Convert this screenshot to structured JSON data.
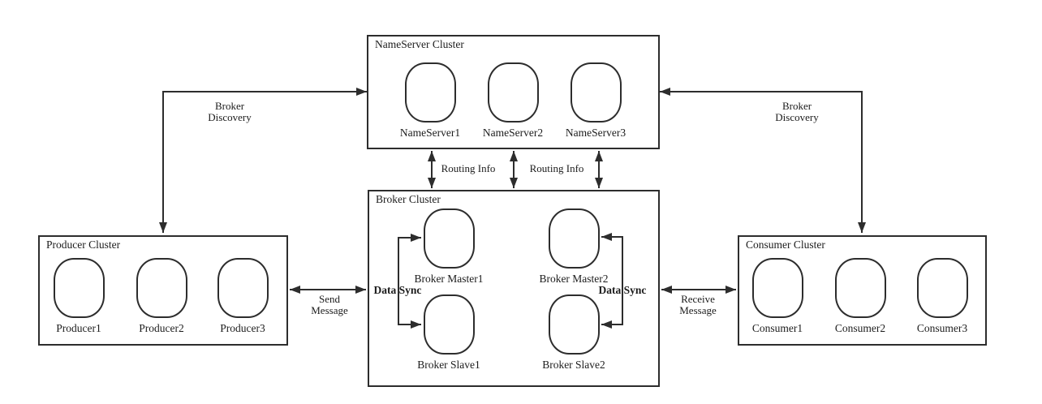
{
  "clusters": {
    "nameserver": {
      "title": "NameServer Cluster",
      "nodes": [
        "NameServer1",
        "NameServer2",
        "NameServer3"
      ]
    },
    "broker": {
      "title": "Broker Cluster",
      "nodes": [
        "Broker Master1",
        "Broker Master2",
        "Broker Slave1",
        "Broker Slave2"
      ]
    },
    "producer": {
      "title": "Producer Cluster",
      "nodes": [
        "Producer1",
        "Producer2",
        "Producer3"
      ]
    },
    "consumer": {
      "title": "Consumer Cluster",
      "nodes": [
        "Consumer1",
        "Consumer2",
        "Consumer3"
      ]
    }
  },
  "edges": {
    "broker_discovery": {
      "line1": "Broker",
      "line2": "Discovery"
    },
    "routing_info": {
      "label": "Routing Info"
    },
    "send_message": {
      "line1": "Send",
      "line2": "Message"
    },
    "receive_message": {
      "line1": "Receive",
      "line2": "Message"
    },
    "data_sync": {
      "label": "Data Sync"
    }
  },
  "colors": {
    "line": "#2d2d2d",
    "text": "#1c1c1c",
    "background": "#ffffff"
  }
}
